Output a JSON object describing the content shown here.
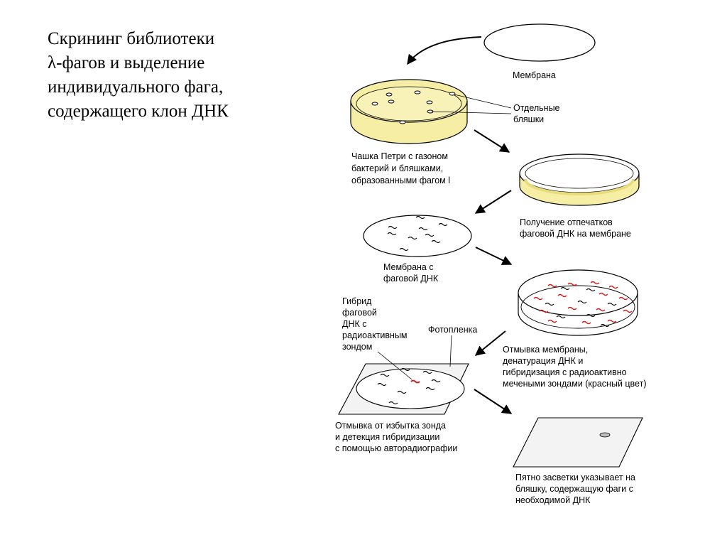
{
  "title": {
    "lines": [
      "Скрининг библиотеки",
      "λ-фагов и выделение",
      "индивидуального фага,",
      "содержащего клон ДНК"
    ]
  },
  "labels": {
    "membrane": [
      "Мембрана"
    ],
    "plaques": [
      "Отдельные",
      "бляшки"
    ],
    "petri": [
      "Чашка Петри с газоном",
      "бактерий и бляшками,",
      "образованными фагом l"
    ],
    "imprint": [
      "Получение отпечатков",
      "фаговой ДНК на мембране"
    ],
    "membrane_phage": [
      "Мембрана с",
      "фаговой ДНК"
    ],
    "hybrid": [
      "Гибрид",
      "фаговой",
      "ДНК с",
      "радиоактивным",
      "зондом"
    ],
    "film": [
      "Фотопленка"
    ],
    "wash": [
      "Отмывка мембраны,",
      "денатурация ДНК и",
      "гибридизация с радиоактивно",
      "мечеными зондами (красный цвет)"
    ],
    "detect": [
      "Отмывка от избытка зонда",
      "и детекция гибридизации",
      "с помощью авторадиографии"
    ],
    "spot": [
      "Пятно засветки указывает на",
      "бляшку, содержащую фаги с",
      "необходимой ДНК"
    ]
  },
  "colors": {
    "agar": "#f6eea4",
    "agar_dark": "#e9dc7c",
    "probe": "#c8201a",
    "outline": "#000000"
  }
}
